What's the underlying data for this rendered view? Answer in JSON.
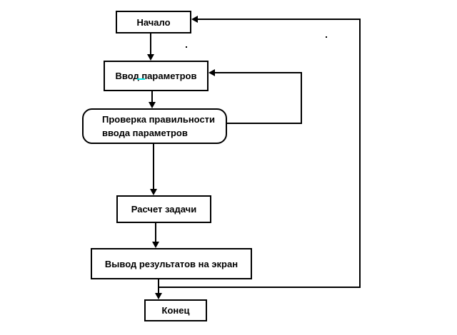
{
  "diagram": {
    "type": "flowchart",
    "language": "ru",
    "background_color": "#ffffff",
    "line_color": "#000000",
    "text_color": "#000000",
    "nodes": {
      "start": {
        "label": "Начало",
        "shape": "rectangle"
      },
      "input": {
        "label": "Ввод параметров",
        "shape": "rectangle"
      },
      "check": {
        "label": "Проверка правильности ввода параметров",
        "line1": "Проверка правильности",
        "line2": "ввода параметров",
        "shape": "rounded-rectangle"
      },
      "calc": {
        "label": "Расчет задачи",
        "shape": "rectangle"
      },
      "output": {
        "label": "Вывод результатов на экран",
        "shape": "rectangle"
      },
      "end": {
        "label": "Конец",
        "shape": "rectangle"
      }
    },
    "edges": [
      {
        "from": "start",
        "to": "input",
        "style": "straight-arrow-down"
      },
      {
        "from": "input",
        "to": "check",
        "style": "straight-arrow-down"
      },
      {
        "from": "check",
        "to": "calc",
        "style": "straight-arrow-down"
      },
      {
        "from": "calc",
        "to": "output",
        "style": "straight-arrow-down"
      },
      {
        "from": "output",
        "to": "end",
        "style": "straight-arrow-down"
      },
      {
        "from": "check",
        "to": "input",
        "style": "feedback-loop-right"
      },
      {
        "from": "output",
        "to": "start",
        "style": "feedback-loop-far-right"
      }
    ],
    "artifacts": {
      "cyan_mark_color": "#00e6e6",
      "stray_dot_count": 2
    }
  }
}
